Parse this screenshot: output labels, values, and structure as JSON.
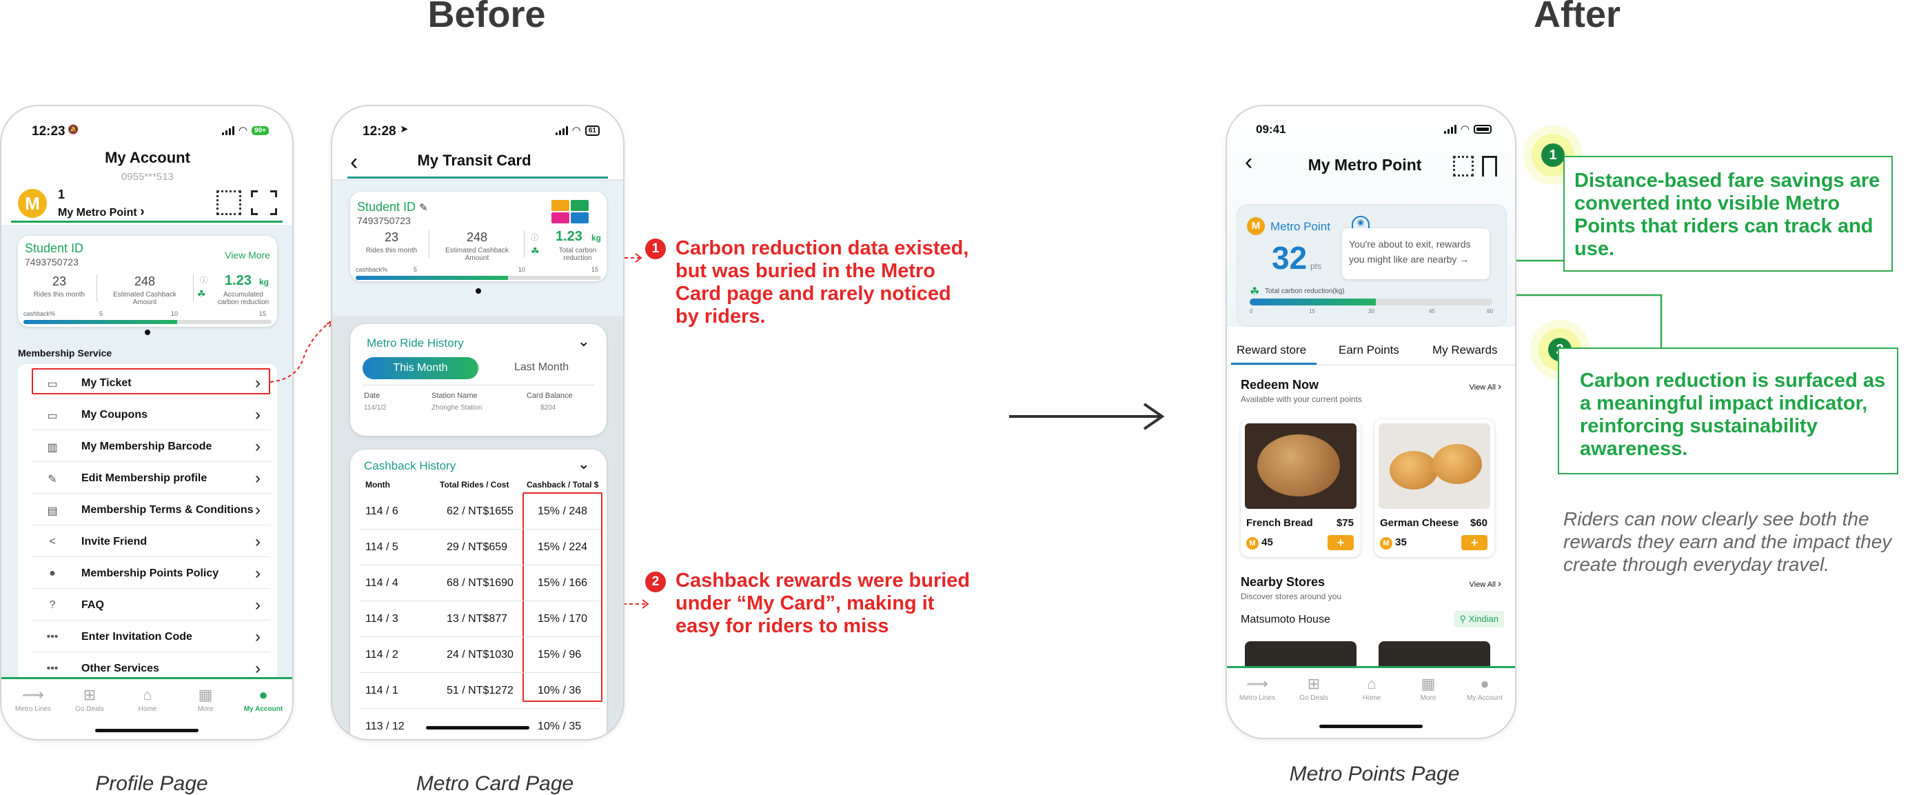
{
  "headings": {
    "before": "Before",
    "after": "After"
  },
  "captions": {
    "profile": "Profile Page",
    "metro_card": "Metro Card Page",
    "metro_points": "Metro Points Page"
  },
  "profile": {
    "time": "12:23",
    "battery": "90+",
    "title": "My Account",
    "phone": "0955***513",
    "point_count": "1",
    "metro_point_label": "My Metro Point",
    "card": {
      "title": "Student ID",
      "number": "7493750723",
      "view_more": "View More",
      "rides_value": "23",
      "rides_label": "Rides this month",
      "cashback_value": "248",
      "cashback_label": "Estimated Cashback Amount",
      "carbon_value": "1.23",
      "carbon_unit": "kg",
      "carbon_label": "Accumulated carbon reduction",
      "scale": [
        "cashback%",
        "5",
        "10",
        "15"
      ],
      "progress": 0.62
    },
    "section": "Membership Service",
    "menu": [
      {
        "label": "My Ticket",
        "icon": "ticket-icon",
        "glyph": "▭"
      },
      {
        "label": "My Coupons",
        "icon": "coupon-icon",
        "glyph": "▭"
      },
      {
        "label": "My Membership Barcode",
        "icon": "barcode-icon",
        "glyph": "▥"
      },
      {
        "label": "Edit Membership profile",
        "icon": "edit-icon",
        "glyph": "✎"
      },
      {
        "label": "Membership Terms & Conditions",
        "icon": "document-icon",
        "glyph": "▤"
      },
      {
        "label": "Invite Friend",
        "icon": "share-icon",
        "glyph": "<"
      },
      {
        "label": "Membership Points Policy",
        "icon": "points-icon",
        "glyph": "●"
      },
      {
        "label": "FAQ",
        "icon": "question-icon",
        "glyph": "?"
      },
      {
        "label": "Enter Invitation Code",
        "icon": "dots-icon",
        "glyph": "•••"
      },
      {
        "label": "Other Services",
        "icon": "dots-icon",
        "glyph": "•••"
      }
    ],
    "nav": [
      "Metro Lines",
      "Go Deals",
      "Home",
      "More",
      "My Account"
    ]
  },
  "transit": {
    "time": "12:28",
    "battery": "61",
    "title": "My Transit Card",
    "card": {
      "title": "Student ID",
      "number": "7493750723",
      "rides_value": "23",
      "rides_label": "Rides this month",
      "cashback_value": "248",
      "cashback_label": "Estimated Cashback Amount",
      "carbon_value": "1.23",
      "carbon_unit": "kg",
      "carbon_label": "Total carbon reduction",
      "scale": [
        "cashback%",
        "5",
        "10",
        "15"
      ],
      "progress": 0.62
    },
    "ride_history": {
      "title": "Metro Ride History",
      "tab_active": "This Month",
      "tab_inactive": "Last Month",
      "cols": [
        "Date",
        "Station Name",
        "Card Balance"
      ],
      "row": [
        "114/1/2",
        "Zhonghe Station",
        "$204"
      ]
    },
    "cashback": {
      "title": "Cashback History",
      "cols": [
        "Month",
        "Total Rides / Cost",
        "Cashback / Total $"
      ],
      "rows": [
        [
          "114 / 6",
          "62 / NT$1655",
          "15% / 248"
        ],
        [
          "114 / 5",
          "29 / NT$659",
          "15% / 224"
        ],
        [
          "114 / 4",
          "68 / NT$1690",
          "15% / 166"
        ],
        [
          "114 / 3",
          "13 / NT$877",
          "15% / 170"
        ],
        [
          "114 / 2",
          "24 / NT$1030",
          "15% / 96"
        ],
        [
          "114 / 1",
          "51 / NT$1272",
          "10% / 36"
        ],
        [
          "113 / 12",
          "",
          "10% / 35"
        ]
      ]
    }
  },
  "before_notes": [
    {
      "num": "1",
      "text": [
        "Carbon reduction data existed,",
        "but was buried in the Metro",
        "Card page and rarely noticed",
        "by riders."
      ]
    },
    {
      "num": "2",
      "text": [
        "Cashback rewards were buried",
        "under “My Card”, making it",
        "easy for riders to miss"
      ]
    }
  ],
  "metro": {
    "time": "09:41",
    "title": "My Metro Point",
    "point_label": "Metro Point",
    "points": "32",
    "pts": "pts",
    "tooltip": "You're about to exit, rewards you might like are nearby →",
    "carbon_label": "Total carbon reduction(kg)",
    "carbon_progress": 0.52,
    "carbon_ticks": [
      "0",
      "15",
      "30",
      "45",
      "60"
    ],
    "tabs": [
      "Reward store",
      "Earn Points",
      "My Rewards"
    ],
    "redeem_title": "Redeem Now",
    "redeem_sub": "Available with your current points",
    "view_all": "View All",
    "products": [
      {
        "name": "French Bread",
        "price": "$75",
        "points": "45"
      },
      {
        "name": "German Cheese",
        "price": "$60",
        "points": "35"
      }
    ],
    "nearby_title": "Nearby Stores",
    "nearby_sub": "Discover stores around you",
    "store_name": "Matsumoto House",
    "store_tag": "Xindian",
    "nav": [
      "Metro Lines",
      "Go Deals",
      "Home",
      "More",
      "My Account"
    ]
  },
  "after_notes": [
    {
      "num": "1",
      "text": [
        "Distance-based fare savings are",
        "converted into visible Metro",
        "Points that riders can track and",
        "use."
      ]
    },
    {
      "num": "2",
      "text": [
        "Carbon reduction is surfaced as",
        "a meaningful impact indicator,",
        "reinforcing sustainability",
        "awareness."
      ]
    }
  ],
  "summary": [
    "Riders can now clearly see both the",
    "rewards they earn and the impact they",
    "create through everyday travel."
  ],
  "colors": {
    "accent": "#1ea55a",
    "alert": "#e62727",
    "note_green": "#1ea547",
    "coin": "#f2a516"
  }
}
